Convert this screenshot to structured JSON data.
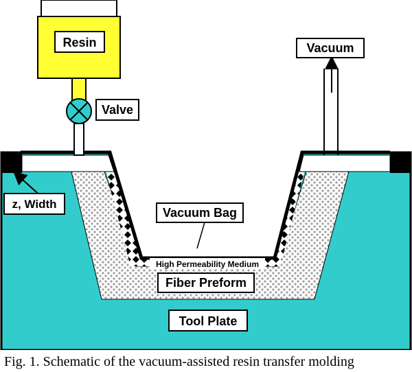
{
  "labels": {
    "resin": "Resin",
    "valve": "Valve",
    "vacuum": "Vacuum",
    "width": "z, Width",
    "vacuum_bag": "Vacuum Bag",
    "medium": "High Permeability Medium",
    "preform": "Fiber Preform",
    "tool_plate": "Tool Plate"
  },
  "caption": "Fig. 1. Schematic of the vacuum-assisted resin transfer molding",
  "colors": {
    "resin": "#ffff33",
    "tool": "#33cccc",
    "valve": "#33cccc",
    "preform_fill": "#ffffff",
    "preform_hatch": "#999999"
  }
}
